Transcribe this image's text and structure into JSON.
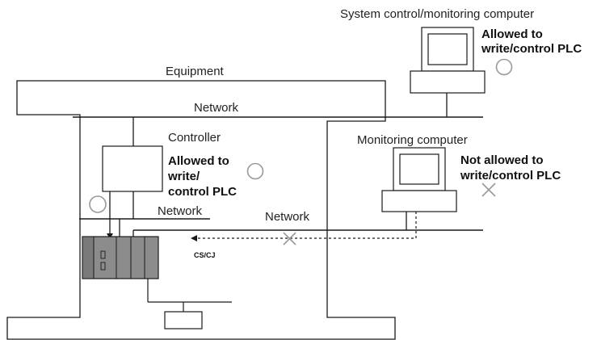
{
  "labels": {
    "system_computer": "System control/monitoring computer",
    "equipment": "Equipment",
    "network_top": "Network",
    "controller": "Controller",
    "monitoring_computer": "Monitoring computer",
    "network_left": "Network",
    "network_right": "Network",
    "cs_cj": "CS/CJ"
  },
  "permissions": {
    "system_allowed": [
      "Allowed to",
      "write/control PLC"
    ],
    "controller_allowed": [
      "Allowed to",
      "write/",
      "control PLC"
    ],
    "monitoring_not_allowed": [
      "Not allowed to",
      "write/control PLC"
    ]
  },
  "markers": {
    "allowed_symbol": "circle",
    "denied_symbol": "cross"
  },
  "colors": {
    "line": "#1a1a1a",
    "marker": "#999999",
    "plc_body": "#8c8c8c"
  }
}
